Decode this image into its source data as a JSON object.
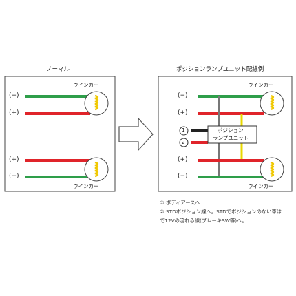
{
  "normal": {
    "title": "ノーマル",
    "top": {
      "minus": "(−)",
      "plus": "(+)",
      "lamp": "ウインカー"
    },
    "bottom": {
      "plus": "(+)",
      "minus": "(−)",
      "lamp": "ウインカー"
    }
  },
  "unit_example": {
    "title": "ポジションランプユニット配線例",
    "top": {
      "minus": "(−)",
      "plus": "(+)",
      "lamp": "ウインカー"
    },
    "marker1": "1",
    "marker2": "2",
    "unit_line1": "ポジション",
    "unit_line2": "ランプユニット",
    "bottom": {
      "plus": "(+)",
      "minus": "(−)",
      "lamp": "ウインカー"
    }
  },
  "notes": {
    "line1": "①:ボディアースへ",
    "line2": "②:STDポジション線へ。STDでポジションのない車は",
    "line3": "で12Vの流れる線(ブレーキSW等)へ。"
  },
  "colors": {
    "ground_wire": "#2e9e4a",
    "positive_wire": "#e0242a",
    "signal_wire": "#e8d800",
    "earth_wire": "#222222",
    "bulb_coil": "#f0c800"
  }
}
